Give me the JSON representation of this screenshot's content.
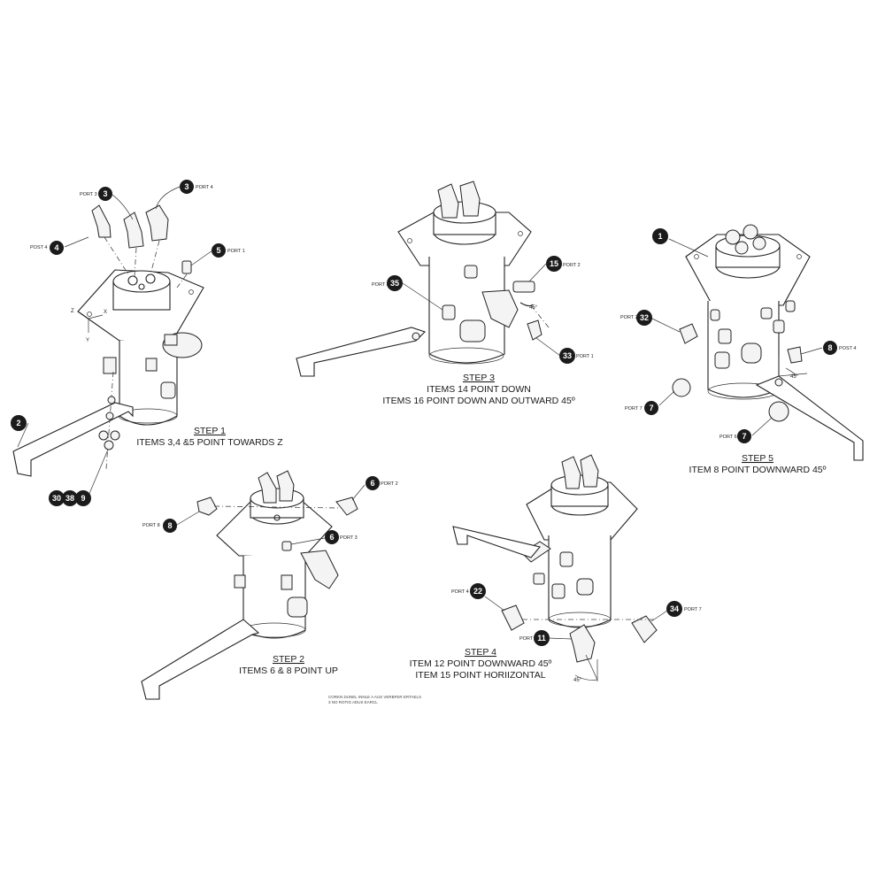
{
  "steps": [
    {
      "title": "STEP 1",
      "lines": [
        "ITEMS 3,4 &5 POINT TOWARDS Z"
      ]
    },
    {
      "title": "STEP 2",
      "lines": [
        "ITEMS 6 & 8 POINT UP"
      ]
    },
    {
      "title": "STEP 3",
      "lines": [
        "ITEMS 14 POINT DOWN",
        "ITEMS 16 POINT DOWN AND OUTWARD 45º"
      ]
    },
    {
      "title": "STEP 4",
      "lines": [
        "ITEM 12 POINT DOWNWARD 45º",
        "ITEM 15 POINT HORIIZONTAL"
      ]
    },
    {
      "title": "STEP 5",
      "lines": [
        "ITEM 8 POINT DOWNWARD 45º"
      ]
    }
  ],
  "balloons": {
    "s1_b3a": "3",
    "s1_b3b": "3",
    "s1_b4": "4",
    "s1_b5": "5",
    "s1_b2": "2",
    "s1_b30": "30",
    "s1_b38": "38",
    "s1_b9": "9",
    "s2_b6a": "6",
    "s2_b8": "8",
    "s2_b6b": "6",
    "s3_b35": "35",
    "s3_b15": "15",
    "s3_b33": "33",
    "s4_b22": "22",
    "s4_b11": "11",
    "s4_b34": "34",
    "s5_b1": "1",
    "s5_b32": "32",
    "s5_b8": "8",
    "s5_b7a": "7",
    "s5_b7b": "7"
  },
  "port_labels": {
    "s1_port3": "PORT 3",
    "s1_port4": "PORT 4",
    "s1_post4": "POST 4",
    "s1_port1": "PORT 1",
    "s2_port2": "PORT 2",
    "s2_port8": "PORT 8",
    "s2_port3": "PORT 3",
    "s3_port3": "PORT 3",
    "s3_port2": "PORT 2",
    "s3_port1": "PORT 1",
    "s4_port4": "PORT 4",
    "s4_port6": "PORT 6",
    "s4_port7": "PORT 7",
    "s5_port2": "PORT 2",
    "s5_post4": "POST 4",
    "s5_port7": "PORT 7",
    "s5_port6": "PORT 6"
  },
  "axis_labels": {
    "z": "Z",
    "x": "X",
    "y": "Y"
  },
  "angle_labels": {
    "s3_angle": "45°",
    "s4_angle": "45°",
    "s5_angle": "45°"
  },
  "notes": {
    "line1": "CORKN DUNEL INNLE A AUS VERBFER ERTAELS",
    "line2": "3      NO ROTIG ADUS EARCL"
  }
}
